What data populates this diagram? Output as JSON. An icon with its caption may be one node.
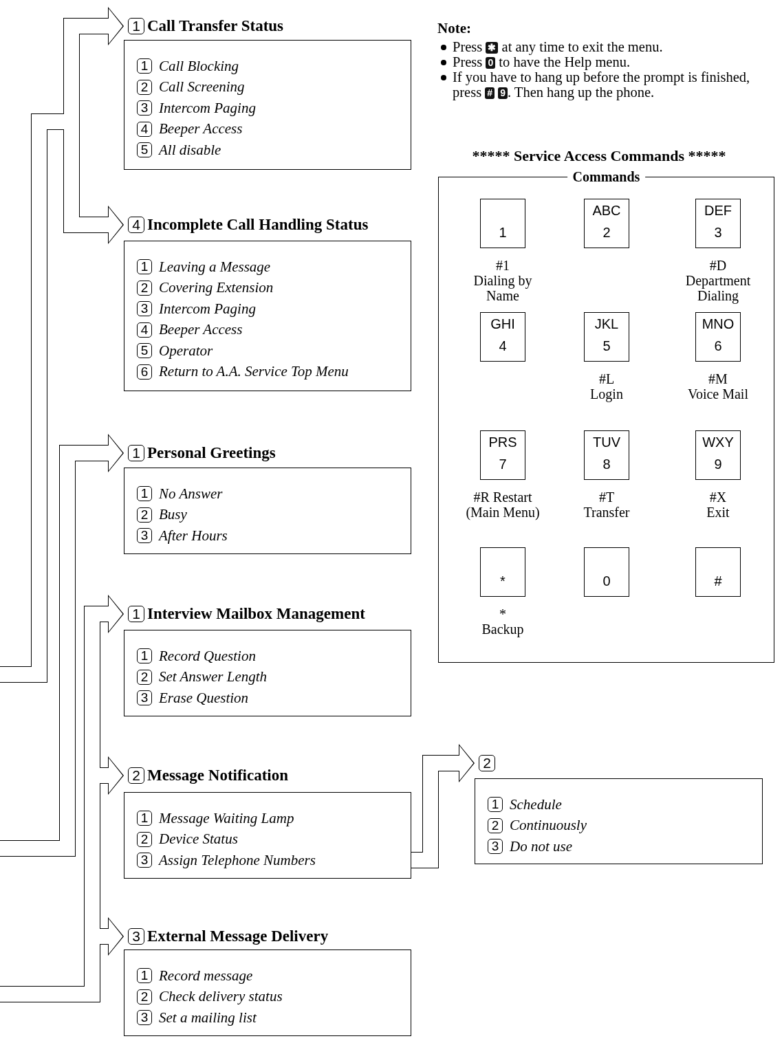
{
  "diagram": {
    "nodes": [
      {
        "text": [
          "1",
          "Call Transfer Status",
          "1",
          "Call Blocking",
          "2",
          "Call Screening",
          "3",
          "Intercom Paging",
          "4",
          "Beeper Access",
          "5",
          "All disable"
        ]
      },
      {
        "text": [
          "4",
          "Incomplete Call Handling Status",
          "1",
          "Leaving a Message",
          "2",
          "Covering Extension",
          "3",
          "Intercom Paging",
          "4",
          "Beeper Access",
          "5",
          "Operator",
          "6",
          "Return to A.A. Service Top Menu"
        ]
      },
      {
        "text": [
          "1",
          "Personal Greetings",
          "1",
          "No Answer",
          "2",
          "Busy",
          "3",
          "After Hours"
        ]
      },
      {
        "text": [
          "1",
          "Interview Mailbox Management",
          "1",
          "Record Question",
          "2",
          "Set Answer Length",
          "3",
          "Erase Question"
        ]
      },
      {
        "text": [
          "2",
          "Message Notification",
          "1",
          "Message Waiting Lamp",
          "2",
          "Device Status",
          "3",
          "Assign Telephone Numbers"
        ]
      },
      {
        "text": [
          "3",
          "External Message Delivery",
          "1",
          "Record message",
          "2",
          "Check delivery status",
          "3",
          "Set a mailing list"
        ]
      },
      {
        "text": [
          "2",
          "1",
          "Schedule",
          "2",
          "Continuously",
          "3",
          "Do not use"
        ]
      },
      {
        "text": [
          "Commands"
        ]
      },
      {
        "text": [
          "1"
        ],
        "in": 7,
        "beside": [
          "#1",
          "Dialing by Name"
        ]
      },
      {
        "text": [
          "ABC",
          "2"
        ],
        "in": 7
      },
      {
        "text": [
          "DEF",
          "3"
        ],
        "in": 7,
        "beside": [
          "#D",
          "Department Dialing"
        ]
      },
      {
        "text": [
          "GHI",
          "4"
        ],
        "in": 7
      },
      {
        "text": [
          "JKL",
          "5"
        ],
        "in": 7,
        "beside": [
          "#L",
          "Login"
        ]
      },
      {
        "text": [
          "MNO",
          "6"
        ],
        "in": 7,
        "beside": [
          "#M",
          "Voice Mail"
        ]
      },
      {
        "text": [
          "PRS",
          "7"
        ],
        "in": 7,
        "beside": [
          "#R Restart (Main Menu)"
        ]
      },
      {
        "text": [
          "TUV",
          "8"
        ],
        "in": 7,
        "beside": [
          "#T",
          "Transfer"
        ]
      },
      {
        "text": [
          "WXY",
          "9"
        ],
        "in": 7,
        "beside": [
          "#X",
          "Exit"
        ]
      },
      {
        "text": [
          "*"
        ],
        "in": 7,
        "beside": [
          "*",
          "Backup"
        ]
      },
      {
        "text": [
          "0"
        ],
        "in": 7
      },
      {
        "text": [
          "#"
        ],
        "in": 7
      }
    ],
    "edges": [
      {
        "from": null,
        "to": 0,
        "arrow": "to"
      },
      {
        "from": null,
        "to": 1,
        "arrow": "to"
      },
      {
        "from": null,
        "to": 2,
        "arrow": "to"
      },
      {
        "from": null,
        "to": 3,
        "arrow": "to"
      },
      {
        "from": null,
        "to": 4,
        "arrow": "to"
      },
      {
        "from": null,
        "to": 5,
        "arrow": "to"
      },
      {
        "from": 4,
        "to": 6,
        "arrow": "to"
      }
    ],
    "labels": [
      "Note:",
      "Press **✱** at any time to exit the menu.",
      "Press **0** to have the Help menu.",
      "If you have to hang up before the prompt is finished, press **#** **9**. Then hang up the phone.",
      "***** Service Access Commands *****"
    ]
  }
}
